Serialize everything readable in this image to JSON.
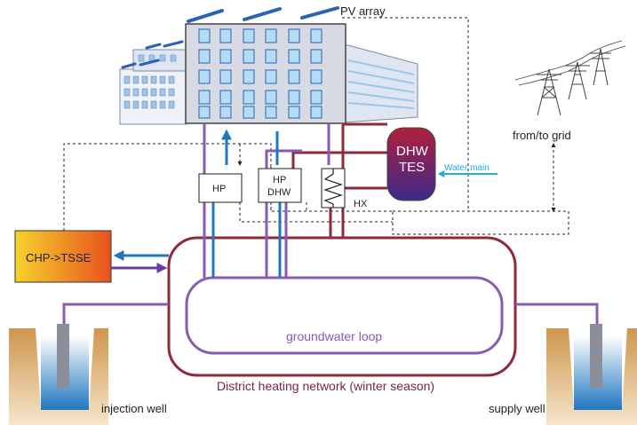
{
  "labels": {
    "pv_array": "PV array",
    "grid": "from/to grid",
    "dhw_tes_line1": "DHW",
    "dhw_tes_line2": "TES",
    "water_main": "Water main",
    "hp": "HP",
    "hp_dhw_line1": "HP",
    "hp_dhw_line2": "DHW",
    "hx": "HX",
    "chp": "CHP->TSSE",
    "groundwater_loop": "groundwater loop",
    "district_network": "District heating network (winter season)",
    "injection_well": "injection well",
    "supply_well": "supply well"
  },
  "colors": {
    "purple": "#8a5bb5",
    "dark_purple": "#6a3fa0",
    "maroon": "#8b2a3a",
    "blue": "#1f77c0",
    "light_blue": "#26a9e0",
    "chp_gradient_start": "#f6d22b",
    "chp_gradient_end": "#e8521f",
    "tes_gradient_top": "#b11f3c",
    "tes_gradient_bottom": "#3b2a8a",
    "soil": "#c98a3a"
  },
  "icons": {
    "building": "building-icon",
    "pv_panels": "solar-panel-icon",
    "pylons": "power-pylon-icon",
    "heat_exchanger": "heat-exchanger-icon",
    "wells": "well-icon"
  }
}
